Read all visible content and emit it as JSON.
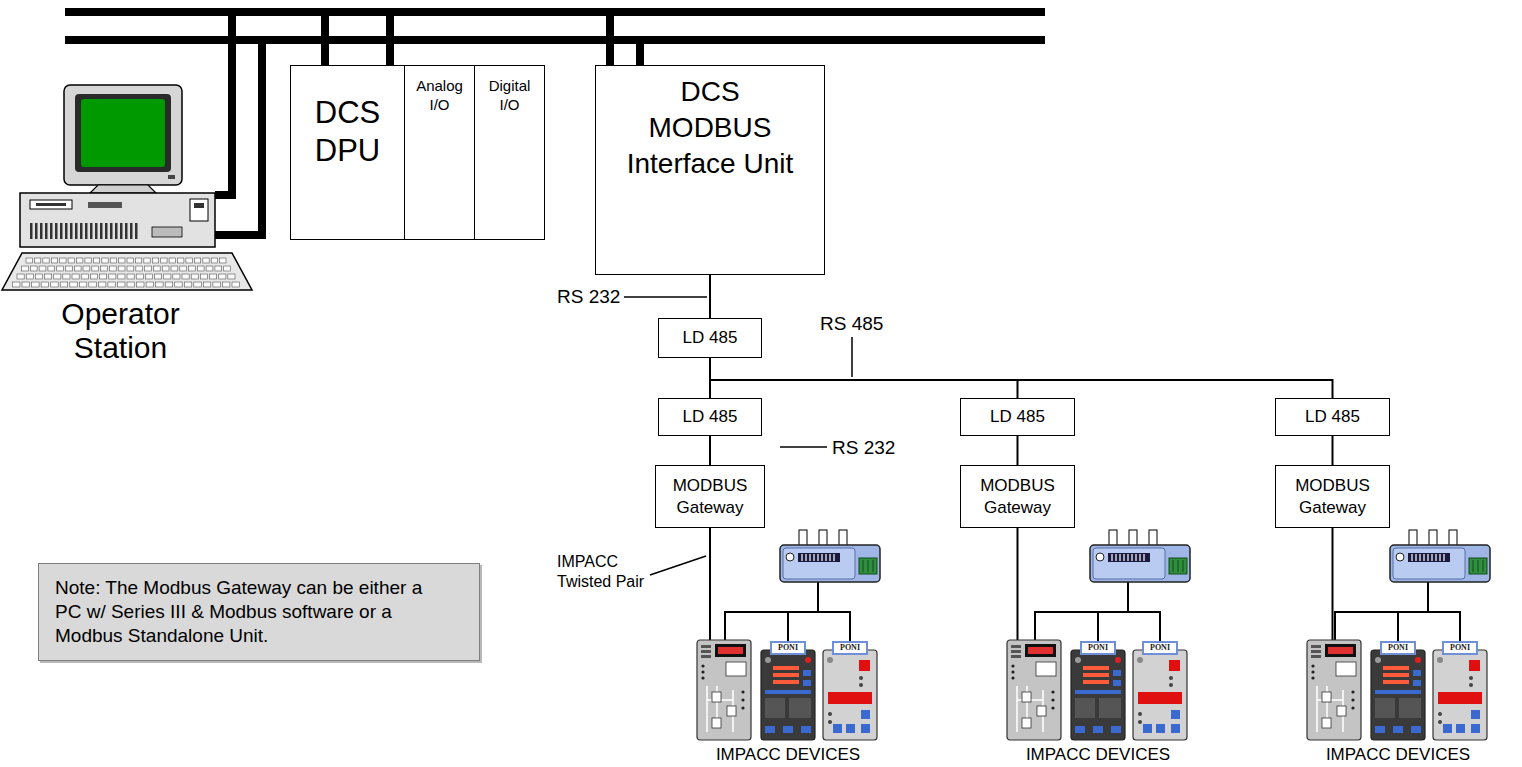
{
  "diagram": {
    "nodes": [
      {
        "text": [
          "Operator Station"
        ]
      },
      {
        "text": [
          "DCS DPU"
        ]
      },
      {
        "text": [
          "Analog I/O"
        ]
      },
      {
        "text": [
          "Digital I/O"
        ]
      },
      {
        "text": [
          "DCS MODBUS Interface Unit"
        ]
      },
      {
        "text": [
          "LD 485"
        ]
      },
      {
        "text": [
          "LD 485"
        ]
      },
      {
        "text": [
          "LD 485"
        ]
      },
      {
        "text": [
          "LD 485"
        ]
      },
      {
        "text": [
          "MODBUS Gateway"
        ]
      },
      {
        "text": [
          "MODBUS Gateway"
        ]
      },
      {
        "text": [
          "MODBUS Gateway"
        ]
      },
      {
        "text": [
          "IMPACC DEVICES"
        ]
      },
      {
        "text": [
          "IMPACC DEVICES"
        ]
      },
      {
        "text": [
          "IMPACC DEVICES"
        ]
      },
      {
        "text": [
          "Note: The Modbus Gateway can be either a PC w/ Series III & Modbus software or a Modbus Standalone Unit."
        ]
      }
    ],
    "edges": [
      {
        "from": 0,
        "to": 1,
        "arrow": "none"
      },
      {
        "from": 0,
        "to": 4,
        "arrow": "none"
      },
      {
        "from": 1,
        "to": 4,
        "arrow": "none"
      },
      {
        "from": 4,
        "to": 5,
        "arrow": "none"
      },
      {
        "from": 5,
        "to": 6,
        "arrow": "none"
      },
      {
        "from": 5,
        "to": 7,
        "arrow": "none"
      },
      {
        "from": 5,
        "to": 8,
        "arrow": "none"
      },
      {
        "from": 6,
        "to": 9,
        "arrow": "none"
      },
      {
        "from": 7,
        "to": 10,
        "arrow": "none"
      },
      {
        "from": 8,
        "to": 11,
        "arrow": "none"
      },
      {
        "from": 9,
        "to": 12,
        "arrow": "none"
      },
      {
        "from": 10,
        "to": 13,
        "arrow": "none"
      },
      {
        "from": 11,
        "to": 14,
        "arrow": "none"
      }
    ],
    "labels": [
      "RS 232",
      "RS 485",
      "RS 232",
      "IMPACC Twisted Pair",
      "PONI",
      "PONI",
      "PONI",
      "PONI",
      "PONI",
      "PONI"
    ]
  }
}
